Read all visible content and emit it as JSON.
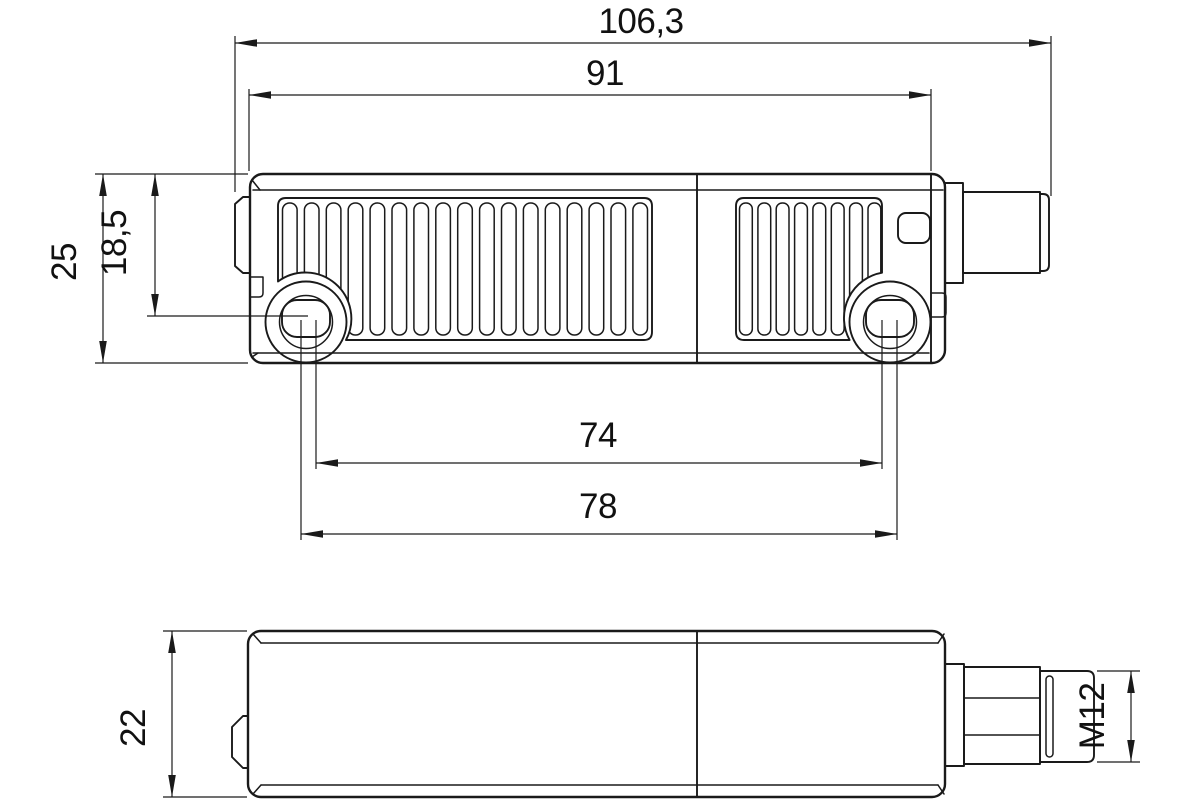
{
  "colors": {
    "line": "#1a1a1a",
    "background": "#ffffff"
  },
  "views": {
    "top": {
      "name": "top view",
      "dimensions": {
        "overall_length": "106,3",
        "housing_length": "91",
        "height": "25",
        "hole_offset_from_top": "18,5",
        "hole_center_spacing": "74",
        "slot_outer_spacing": "78"
      }
    },
    "side": {
      "name": "side view",
      "dimensions": {
        "depth": "22",
        "connector_thread": "M12"
      }
    }
  }
}
